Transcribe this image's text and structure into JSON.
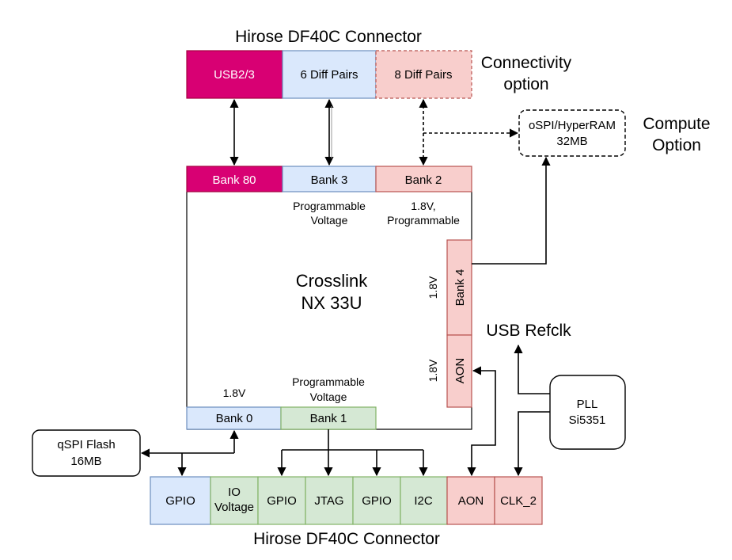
{
  "colors": {
    "magenta": "#d80073",
    "magenta_stroke": "#a50040",
    "blue": "#dae8fc",
    "blue_stroke": "#6c8ebf",
    "red": "#f8cecc",
    "red_stroke": "#b85450",
    "green": "#d5e8d4",
    "green_stroke": "#82b366"
  },
  "top_connector": {
    "title": "Hirose DF40C Connector",
    "usb": "USB2/3",
    "diff6": "6 Diff Pairs",
    "diff8": "8 Diff Pairs",
    "option_line1": "Connectivity",
    "option_line2": "option"
  },
  "ram": {
    "line1": "oSPI/HyperRAM",
    "line2": "32MB",
    "option_line1": "Compute",
    "option_line2": "Option"
  },
  "fpga": {
    "name_line1": "Crosslink",
    "name_line2": "NX 33U",
    "bank80": "Bank 80",
    "bank3": "Bank 3",
    "bank2": "Bank 2",
    "bank3_note_line1": "Programmable",
    "bank3_note_line2": "Voltage",
    "bank2_note_line1": "1.8V,",
    "bank2_note_line2": "Programmable",
    "bank4": "Bank 4",
    "bank4_voltage": "1.8V",
    "aon": "AON",
    "aon_voltage": "1.8V",
    "bank0": "Bank 0",
    "bank0_voltage": "1.8V",
    "bank1": "Bank 1",
    "bank1_note_line1": "Programmable",
    "bank1_note_line2": "Voltage"
  },
  "usb_refclk": "USB Refclk",
  "pll": {
    "line1": "PLL",
    "line2": "Si5351"
  },
  "flash": {
    "line1": "qSPI Flash",
    "line2": "16MB"
  },
  "bottom_connector": {
    "title": "Hirose DF40C Connector",
    "gpio1": "GPIO",
    "io_line1": "IO",
    "io_line2": "Voltage",
    "gpio2": "GPIO",
    "jtag": "JTAG",
    "gpio3": "GPIO",
    "i2c": "I2C",
    "aon": "AON",
    "clk2": "CLK_2"
  }
}
